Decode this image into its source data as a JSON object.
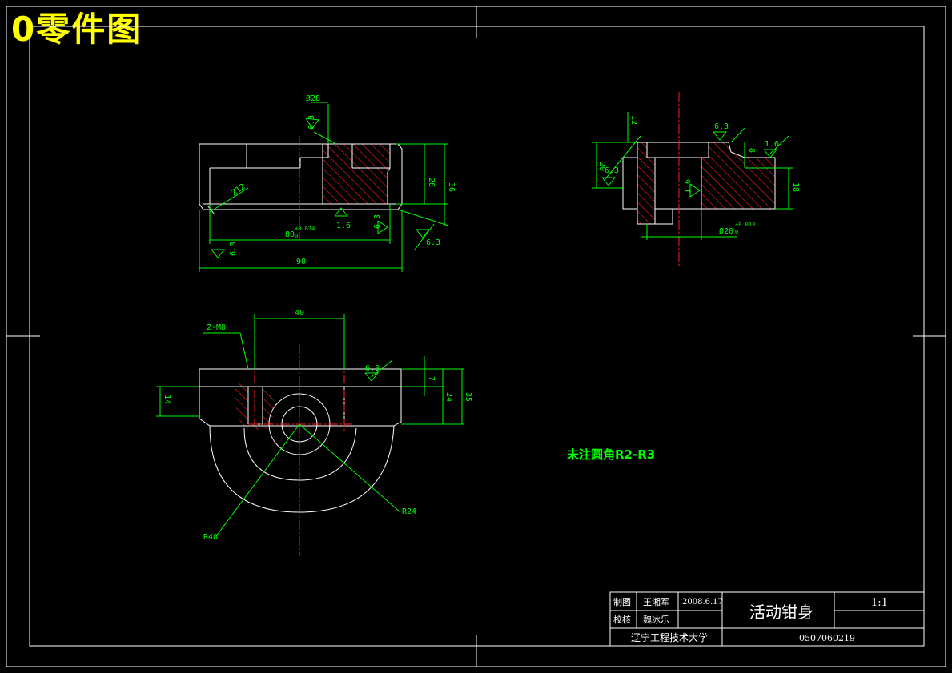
{
  "corner_title": "0零件图",
  "title_block": {
    "drawn_label": "制图",
    "drawn_name": "王湘军",
    "drawn_date": "2008.6.17",
    "checked_label": "校核",
    "checked_name": "魏冰乐",
    "part_name": "活动钳身",
    "scale": "1:1",
    "school": "辽宁工程技术大学",
    "drawing_no": "0507060219"
  },
  "note": "未注圆角R2-R3",
  "dimensions": {
    "top_dia28": "Ø28",
    "top_ra63a": "6.3",
    "top_212": "Z12",
    "top_28": "28",
    "top_36": "36",
    "top_80": "80",
    "top_80tol_up": "+0.074",
    "top_80tol_lo": "0",
    "top_ra16": "1.6",
    "top_ra63b": "6.3",
    "top_ra63c": "6.3",
    "top_ra63d": "6.3",
    "top_90": "90",
    "side_12": "12",
    "side_ra63a": "6.3",
    "side_8": "8",
    "side_ra16a": "1.6",
    "side_20": "20",
    "side_ra63b": "6.3",
    "side_ra16b": "1.6",
    "side_18": "18",
    "side_dia20": "Ø20",
    "side_tol_up": "+0.013",
    "side_tol_lo": "0",
    "bot_40": "40",
    "bot_2m8": "2-M8",
    "bot_ra63": "6.3",
    "bot_7": "7",
    "bot_24": "24",
    "bot_35": "35",
    "bot_14": "14",
    "bot_r24": "R24",
    "bot_r40": "R40"
  }
}
